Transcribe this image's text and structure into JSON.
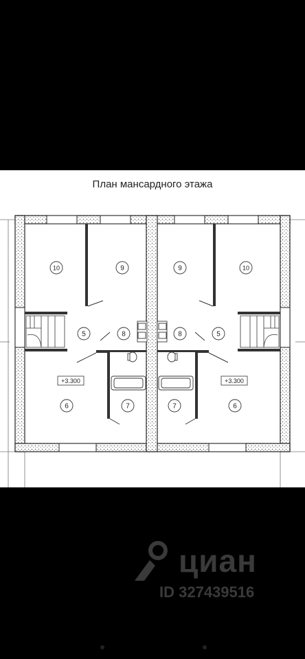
{
  "plan": {
    "title": "План мансардного этажа",
    "rooms": [
      "10",
      "9",
      "9",
      "10",
      "5",
      "8",
      "8",
      "5",
      "6",
      "7",
      "7",
      "6"
    ],
    "elevations": [
      "+3.300",
      "+3.300"
    ]
  },
  "watermark": {
    "brand": "циан",
    "id_text": "ID 327439516",
    "icon": "location-pin-icon"
  }
}
